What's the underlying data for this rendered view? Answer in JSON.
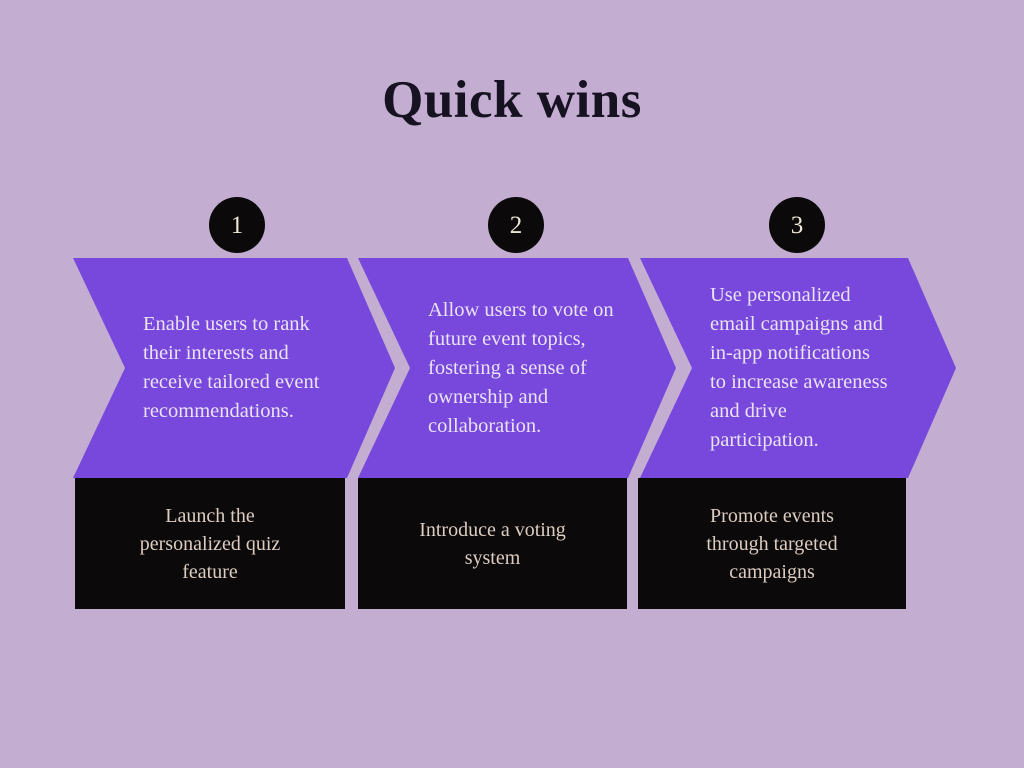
{
  "slide": {
    "title": "Quick wins",
    "colors": {
      "background": "#c3aed2",
      "chevron_purple": "#7847db",
      "badge_black": "#0c090b",
      "chevron_text": "#eae3f5",
      "label_text": "#dccdc1",
      "title_text": "#171221"
    },
    "steps": [
      {
        "number": "1",
        "description": "Enable users to rank\ntheir interests and\nreceive tailored event\nrecommendations.",
        "label": "Launch the\npersonalized quiz\nfeature"
      },
      {
        "number": "2",
        "description": "Allow users to vote on\nfuture event topics,\nfostering a sense of\nownership and\ncollaboration.",
        "label": "Introduce a voting\nsystem"
      },
      {
        "number": "3",
        "description": "Use personalized\nemail campaigns and\nin-app notifications\nto increase awareness\nand drive\nparticipation.",
        "label": "Promote events\nthrough targeted\ncampaigns"
      }
    ]
  }
}
